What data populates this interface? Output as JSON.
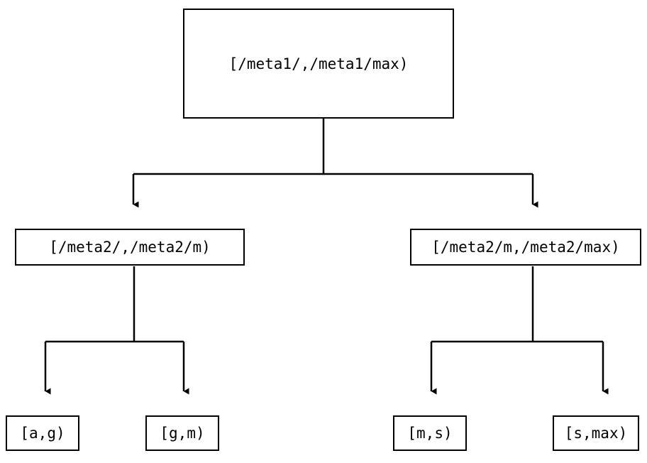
{
  "diagram": {
    "type": "tree",
    "title": "",
    "background_color": "#ffffff",
    "line_color": "#000000",
    "text_color": "#000000",
    "nodes": {
      "root": {
        "label": "[/meta1/,/meta1/max)",
        "level": 0
      },
      "mid_left": {
        "label": "[/meta2/,/meta2/m)",
        "level": 1
      },
      "mid_right": {
        "label": "[/meta2/m,/meta2/max)",
        "level": 1
      },
      "leaf_1": {
        "label": "[a,g)",
        "level": 2
      },
      "leaf_2": {
        "label": "[g,m)",
        "level": 2
      },
      "leaf_3": {
        "label": "[m,s)",
        "level": 2
      },
      "leaf_4": {
        "label": "[s,max)",
        "level": 2
      }
    },
    "edges": [
      {
        "from": "root",
        "to": "mid_left",
        "arrow": "down"
      },
      {
        "from": "root",
        "to": "mid_right",
        "arrow": "down"
      },
      {
        "from": "mid_left",
        "to": "leaf_1",
        "arrow": "down"
      },
      {
        "from": "mid_left",
        "to": "leaf_2",
        "arrow": "down"
      },
      {
        "from": "mid_right",
        "to": "leaf_3",
        "arrow": "down"
      },
      {
        "from": "mid_right",
        "to": "leaf_4",
        "arrow": "down"
      }
    ]
  }
}
